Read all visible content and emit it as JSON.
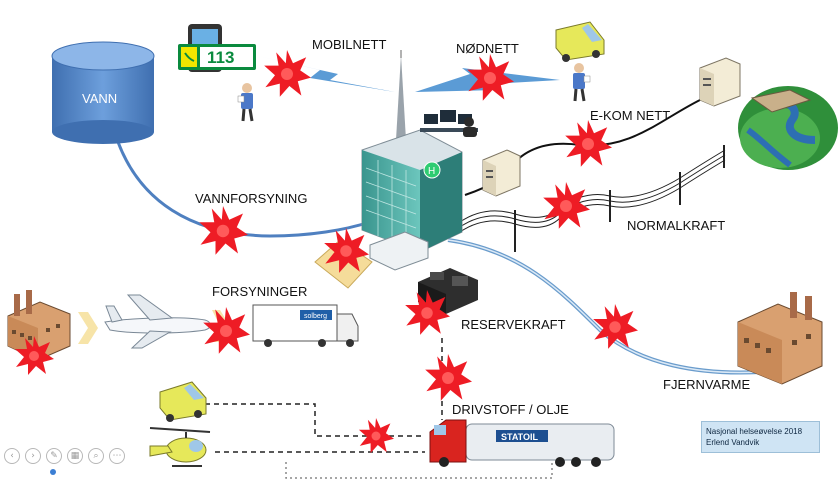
{
  "labels": {
    "vann": "VANN",
    "vannforsyning": "VANNFORSYNING",
    "mobilnett": "MOBILNETT",
    "nodnett": "NØDNETT",
    "ekom": "E-KOM NETT",
    "normalkraft": "NORMALKRAFT",
    "forsyninger": "FORSYNINGER",
    "reservekraft": "RESERVEKRAFT",
    "fjernvarme": "FJERNVARME",
    "drivstoff": "DRIVSTOFF / OLJE"
  },
  "phone_number": "113",
  "hospital_sign": "H",
  "truck_brand": "solberg",
  "tanker_brand": "STATOIL",
  "credit": {
    "line1": "Nasjonal helseøvelse 2018",
    "line2": "Erlend Vandvik"
  },
  "toolbar_icons": [
    "back-icon",
    "forward-icon",
    "pen-icon",
    "slides-icon",
    "zoom-icon",
    "more-icon"
  ],
  "colors": {
    "burst": "#ee1c25",
    "burst_core": "#ff4a4a",
    "water": "#4f80c0",
    "pipe": "#6a9ccc",
    "building": "#4aa8a0",
    "credit_bg": "#cfe4f4"
  }
}
